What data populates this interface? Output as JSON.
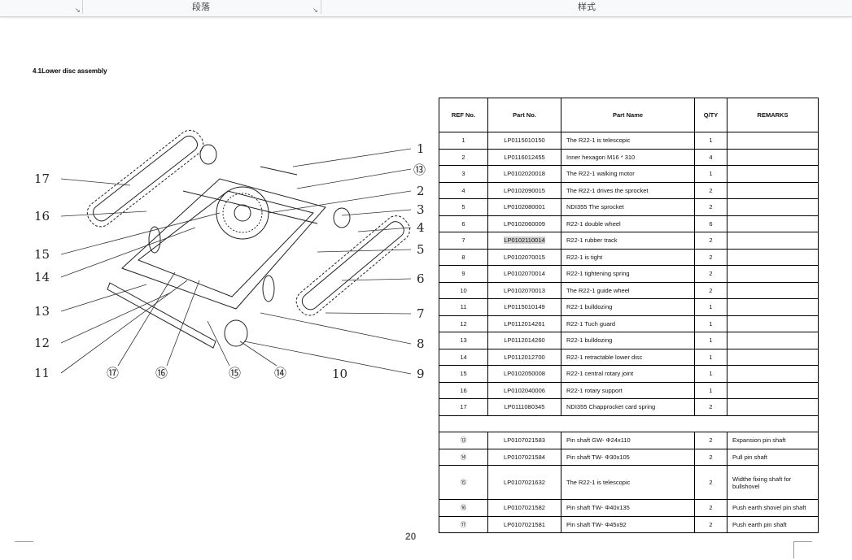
{
  "ribbon": {
    "groups": [
      {
        "label": "段落"
      },
      {
        "label": "样式"
      }
    ]
  },
  "heading": "4.1Lower disc assembly",
  "diagram": {
    "left_labels": [
      "17",
      "16",
      "15",
      "14",
      "13",
      "12",
      "11"
    ],
    "right_labels": [
      "1",
      "⑬",
      "2",
      "3",
      "4",
      "5",
      "6",
      "7",
      "8",
      "9"
    ],
    "bottom_labels": [
      "⑰",
      "⑯",
      "⑮",
      "⑭",
      "10"
    ]
  },
  "table": {
    "headers": [
      "REF No.",
      "Part No.",
      "Part Name",
      "Q/TY",
      "REMARKS"
    ],
    "rows": [
      {
        "ref": "1",
        "part_no": "LP0115010150",
        "name": "The R22-1 is telescopic",
        "qty": "1",
        "remarks": ""
      },
      {
        "ref": "2",
        "part_no": "LP0116012455",
        "name": "Inner hexagon M16 * 310",
        "qty": "4",
        "remarks": ""
      },
      {
        "ref": "3",
        "part_no": "LP0102020018",
        "name": "The R22-1 walking motor",
        "qty": "1",
        "remarks": ""
      },
      {
        "ref": "4",
        "part_no": "LP0102090015",
        "name": "The R22-1 drives the sprocket",
        "qty": "2",
        "remarks": ""
      },
      {
        "ref": "5",
        "part_no": "LP0102080001",
        "name": "NDI355 The sprocket",
        "qty": "2",
        "remarks": ""
      },
      {
        "ref": "6",
        "part_no": "LP0102060009",
        "name": "R22-1 double wheel",
        "qty": "6",
        "remarks": ""
      },
      {
        "ref": "7",
        "part_no": "LP0102110014",
        "name": "R22-1 rubber track",
        "qty": "2",
        "remarks": ""
      },
      {
        "ref": "8",
        "part_no": "LP0102070015",
        "name": "R22-1 is tight",
        "qty": "2",
        "remarks": ""
      },
      {
        "ref": "9",
        "part_no": "LP0102070014",
        "name": "R22-1 tightening spring",
        "qty": "2",
        "remarks": ""
      },
      {
        "ref": "10",
        "part_no": "LP0102070013",
        "name": "The R22-1 guide wheel",
        "qty": "2",
        "remarks": ""
      },
      {
        "ref": "11",
        "part_no": "LP0115010149",
        "name": "R22-1 bulldozing",
        "qty": "1",
        "remarks": ""
      },
      {
        "ref": "12",
        "part_no": "LP0112014261",
        "name": "R22-1 Tuch guard",
        "qty": "1",
        "remarks": ""
      },
      {
        "ref": "13",
        "part_no": "LP0112014260",
        "name": "R22-1 bulldozing",
        "qty": "1",
        "remarks": ""
      },
      {
        "ref": "14",
        "part_no": "LP0112012700",
        "name": "R22-1 retractable lower disc",
        "qty": "1",
        "remarks": ""
      },
      {
        "ref": "15",
        "part_no": "LP0102050008",
        "name": "R22-1 central rotary joint",
        "qty": "1",
        "remarks": ""
      },
      {
        "ref": "16",
        "part_no": "LP0102040006",
        "name": "R22-1 rotary support",
        "qty": "1",
        "remarks": ""
      },
      {
        "ref": "17",
        "part_no": "LP0111080345",
        "name": "NDI355 Chapprocket card spring",
        "qty": "2",
        "remarks": ""
      }
    ],
    "pin_rows": [
      {
        "ref": "⑬",
        "part_no": "LP0107021583",
        "name": "Pin shaft GW-  Φ24x110",
        "qty": "2",
        "remarks": "Expansion pin shaft"
      },
      {
        "ref": "⑭",
        "part_no": "LP0107021584",
        "name": "Pin shaft TW-  Φ30x105",
        "qty": "2",
        "remarks": "Pull pin shaft"
      },
      {
        "ref": "⑮",
        "part_no": "LP0107021632",
        "name": "The R22-1 is telescopic",
        "qty": "2",
        "remarks": "Widthe fixing shaft for bullshovel"
      },
      {
        "ref": "⑯",
        "part_no": "LP0107021582",
        "name": "Pin shaft TW-  Φ40x135",
        "qty": "2",
        "remarks": "Push earth shovel pin shaft"
      },
      {
        "ref": "⑰",
        "part_no": "LP0107021581",
        "name": "Pin shaft TW-  Φ45x92",
        "qty": "2",
        "remarks": "Push earth pin shaft"
      }
    ]
  },
  "page_number": "20"
}
